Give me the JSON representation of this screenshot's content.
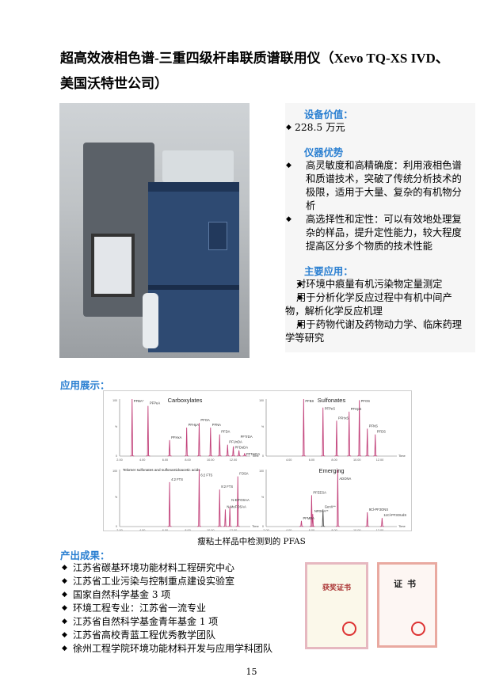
{
  "title": {
    "line1": "超高效液相色谱-三重四级杆串联质谱联用仪（Xevo TQ-XS IVD、",
    "line2": "美国沃特世公司）"
  },
  "info": {
    "value_heading": "设备价值：",
    "value": "228.5 万元",
    "adv_heading": "仪器优势",
    "advantages": [
      "高灵敏度和高精确度：利用液相色谱和质谱技术，突破了传统分析技术的极限，适用于大量、复杂的有机物分析",
      "高选择性和定性：可以有效地处理复杂的样品，提升定性能力，较大程度提高区分多个物质的技术性能"
    ],
    "app_heading": "主要应用：",
    "applications": [
      "对环境中痕量有机污染物定量测定",
      "用于分析化学反应过程中有机中间产物，解析化学反应机理",
      "用于药物代谢及药物动力学、临床药理学等研究"
    ]
  },
  "showcase_heading": "应用展示：",
  "chart_caption": "瘦粘土样品中检测到的 PFAS",
  "chart_data": [
    {
      "type": "line",
      "title": "Carboxylates",
      "xlabel": "Time",
      "ylabel": "%",
      "xlim": [
        2,
        13.5
      ],
      "ylim": [
        0,
        100
      ],
      "xticks": [
        "2.00",
        "4.00",
        "6.00",
        "8.00",
        "10.00",
        "12.00"
      ],
      "peaks": [
        {
          "label": "PFBA*",
          "t": 3.1,
          "h": 100
        },
        {
          "label": "PFPeA",
          "t": 4.5,
          "h": 88
        },
        {
          "label": "PFHxA",
          "t": 6.4,
          "h": 28
        },
        {
          "label": "PFHpA",
          "t": 7.9,
          "h": 50
        },
        {
          "label": "PFOA",
          "t": 9.0,
          "h": 58
        },
        {
          "label": "PFNA",
          "t": 10.0,
          "h": 50
        },
        {
          "label": "PFDA",
          "t": 10.8,
          "h": 38
        },
        {
          "label": "PFUnDA",
          "t": 11.5,
          "h": 20
        },
        {
          "label": "PFDoDA",
          "t": 12.0,
          "h": 17
        },
        {
          "label": "PFTrDA",
          "t": 12.5,
          "h": 10
        },
        {
          "label": "PFTreDA",
          "t": 13.0,
          "h": 5
        }
      ]
    },
    {
      "type": "line",
      "title": "Sulfonates",
      "xlabel": "Time",
      "ylabel": "%",
      "xlim": [
        2,
        13.5
      ],
      "ylim": [
        0,
        100
      ],
      "xticks": [
        "4.00",
        "6.00",
        "8.00",
        "10.00",
        "12.00"
      ],
      "peaks": [
        {
          "label": "PFBS",
          "t": 5.3,
          "h": 100
        },
        {
          "label": "PFPeS",
          "t": 7.0,
          "h": 85
        },
        {
          "label": "PFHxS",
          "t": 8.2,
          "h": 62
        },
        {
          "label": "PFHpS",
          "t": 9.3,
          "h": 78
        },
        {
          "label": "PFOS",
          "t": 10.2,
          "h": 98
        },
        {
          "label": "PFNS",
          "t": 10.9,
          "h": 48
        },
        {
          "label": "PFDS",
          "t": 11.6,
          "h": 38
        }
      ]
    },
    {
      "type": "line",
      "title": "Telomer sulfonates and sulfonamidoacetic acids",
      "xlabel": "Time",
      "ylabel": "%",
      "xlim": [
        2,
        13.5
      ],
      "ylim": [
        0,
        100
      ],
      "xticks": [
        "2.00",
        "4.00",
        "6.00",
        "8.00",
        "10.00",
        "12.00"
      ],
      "peaks": [
        {
          "label": "4:2 FTS",
          "t": 6.4,
          "h": 78
        },
        {
          "label": "6:2 FTS",
          "t": 9.0,
          "h": 100
        },
        {
          "label": "8:2 FTS",
          "t": 10.8,
          "h": 65
        },
        {
          "label": "N-MeFOSAA",
          "t": 11.3,
          "h": 30
        },
        {
          "label": "N-EtFOSAA",
          "t": 11.7,
          "h": 35
        },
        {
          "label": "FOSA",
          "t": 12.4,
          "h": 88
        }
      ]
    },
    {
      "type": "line",
      "title": "Emerging",
      "xlabel": "Time",
      "ylabel": "%",
      "xlim": [
        2,
        13.5
      ],
      "ylim": [
        0,
        100
      ],
      "xticks": [
        "2.00",
        "4.00",
        "6.00",
        "8.00",
        "10.00",
        "12.00"
      ],
      "peaks": [
        {
          "label": "PFMBA",
          "t": 5.1,
          "h": 10
        },
        {
          "label": "PFEESA",
          "t": 6.0,
          "h": 55
        },
        {
          "label": "NFDHA**",
          "t": 6.1,
          "h": 22
        },
        {
          "label": "GenX**",
          "t": 7.0,
          "h": 30
        },
        {
          "label": "ADONA",
          "t": 8.3,
          "h": 100
        },
        {
          "label": "9Cl-PF3ONS",
          "t": 10.9,
          "h": 25
        },
        {
          "label": "11Cl-PF3OUdS",
          "t": 12.2,
          "h": 15
        }
      ]
    }
  ],
  "results_heading": "产出成果：",
  "results": [
    "江苏省碳基环境功能材料工程研究中心",
    "江苏省工业污染与控制重点建设实验室",
    "国家自然科学基金 3 项",
    "环境工程专业：江苏省一流专业",
    "江苏省自然科学基金青年基金 1 项",
    "江苏省高校青蓝工程优秀教学团队",
    "徐州工程学院环境功能材料开发与应用学科团队"
  ],
  "certificates": {
    "cert1_title": "获奖证书",
    "cert2_title": "证书"
  },
  "page_number": "15"
}
